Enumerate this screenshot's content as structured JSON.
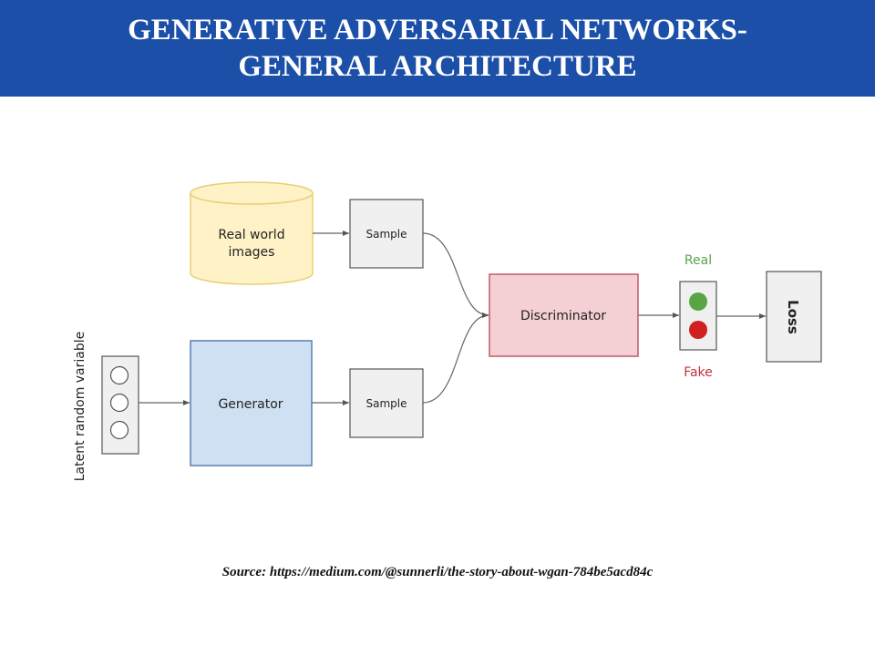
{
  "slide": {
    "title_line1": "GENERATIVE ADVERSARIAL NETWORKS-",
    "title_line2": "GENERAL ARCHITECTURE",
    "source": "Source: https://medium.com/@sunnerli/the-story-about-wgan-784be5acd84c"
  },
  "diagram": {
    "latent_label": "Latent random variable",
    "real_images_line1": "Real world",
    "real_images_line2": "images",
    "sample_top": "Sample",
    "sample_bottom": "Sample",
    "generator": "Generator",
    "discriminator": "Discriminator",
    "real_label": "Real",
    "fake_label": "Fake",
    "loss": "Loss"
  },
  "colors": {
    "title_bar": "#1c4fa8",
    "real_db_fill": "#fff2c6",
    "real_db_stroke": "#e8cf73",
    "generator_fill": "#cfe0f3",
    "generator_stroke": "#5a7fb0",
    "discriminator_fill": "#f4cfd3",
    "discriminator_stroke": "#c45a63",
    "real_green": "#5aa543",
    "fake_red": "#d12020"
  }
}
